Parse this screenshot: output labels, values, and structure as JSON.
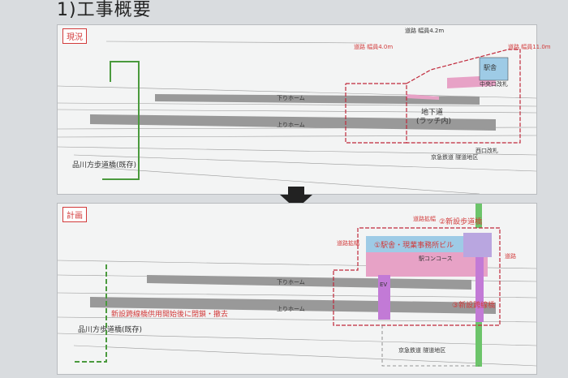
{
  "title": "1)工事概要",
  "panel_existing": {
    "tag": "現況",
    "station_building": "駅舎",
    "central_gate": "中央口改札",
    "west_gate": "西口改札",
    "underground_passage": "地下道",
    "ticket_inside": "(ラッチ内)",
    "platform_down": "下りホーム",
    "platform_up": "上りホーム",
    "footbridge": "品川方歩道橋(既存)",
    "road_width_1": "道路 幅員4.0m",
    "road_width_2": "道路 幅員11.0m",
    "road_top": "道路 幅員4.2m",
    "tunnel": "京急鉄道 隧道地区"
  },
  "panel_plan": {
    "tag": "計画",
    "new_building": "①駅舎・現業事務所ビル",
    "new_bridge_2": "②新設歩道橋",
    "new_bridge_3": "③新設跨線橋",
    "closure_note": "新設跨線橋供用開始後に閉鎖・撤去",
    "platform_down": "下りホーム",
    "platform_up": "上りホーム",
    "footbridge": "品川方歩道橋(既存)",
    "concourse": "駅コンコース",
    "ev": "EV",
    "road_1": "道路拡幅",
    "road_2": "道路拡幅",
    "road_3": "道路",
    "tunnel": "京急鉄道 隧道地区"
  }
}
